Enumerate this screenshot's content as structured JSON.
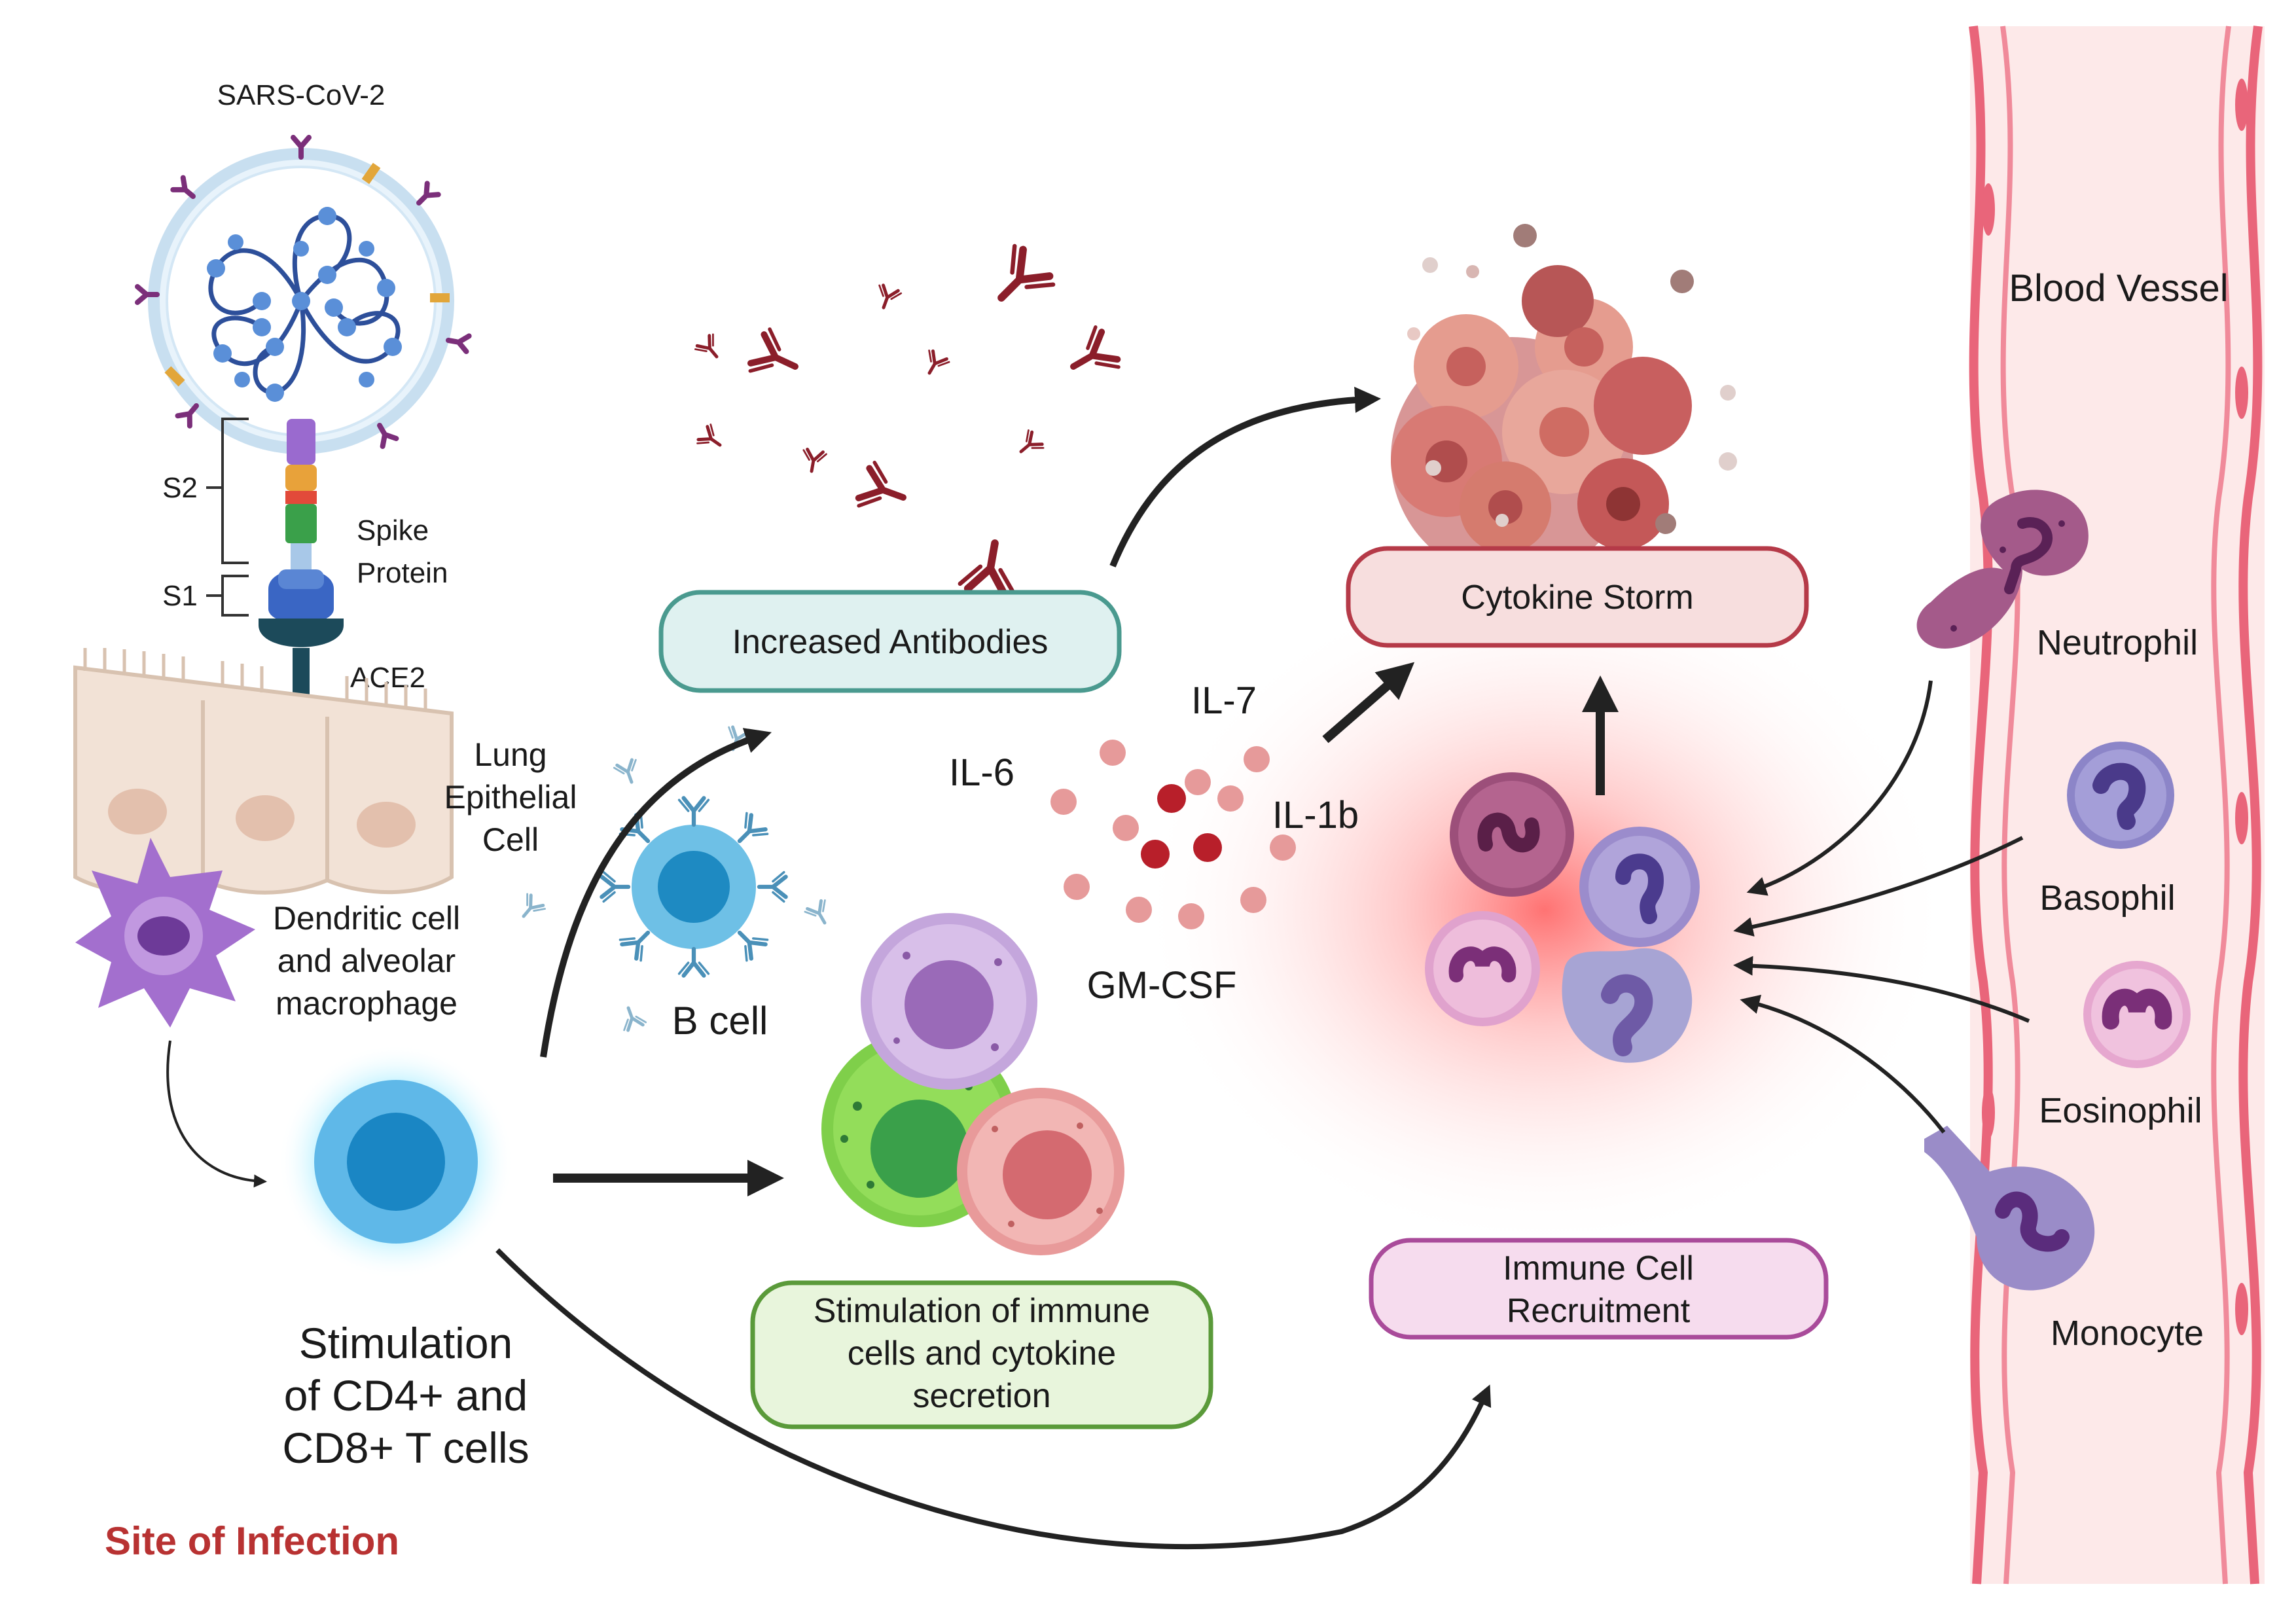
{
  "virus": {
    "title": "SARS-CoV-2",
    "s2": "S2",
    "s1": "S1",
    "spike_line1": "Spike",
    "spike_line2": "Protein",
    "ace2": "ACE2"
  },
  "lung": {
    "line1": "Lung",
    "line2": "Epithelial",
    "line3": "Cell"
  },
  "dendritic": {
    "line1": "Dendritic cell",
    "line2": "and alveolar",
    "line3": "macrophage"
  },
  "bcell": {
    "label": "B cell"
  },
  "tcell": {
    "line1": "Stimulation",
    "line2": "of CD4+ and",
    "line3": "CD8+ T cells"
  },
  "site": {
    "label": "Site of Infection"
  },
  "boxes": {
    "antibodies": "Increased Antibodies",
    "storm": "Cytokine Storm",
    "stim_line1": "Stimulation of immune",
    "stim_line2": "cells and cytokine",
    "stim_line3": "secretion",
    "recruit_line1": "Immune Cell",
    "recruit_line2": "Recruitment"
  },
  "cytokines": {
    "il6": "IL-6",
    "il7": "IL-7",
    "il1b": "IL-1b",
    "gmcsf": "GM-CSF"
  },
  "vessel": {
    "title": "Blood Vessel",
    "neutrophil": "Neutrophil",
    "basophil": "Basophil",
    "eosinophil": "Eosinophil",
    "monocyte": "Monocyte"
  },
  "colors": {
    "site_label": "#b83232",
    "antibody": "#8b1e2a",
    "vessel_wall": "#e9657a",
    "vessel_fill": "#fbe3e3",
    "spike": "#7b2f7a"
  }
}
